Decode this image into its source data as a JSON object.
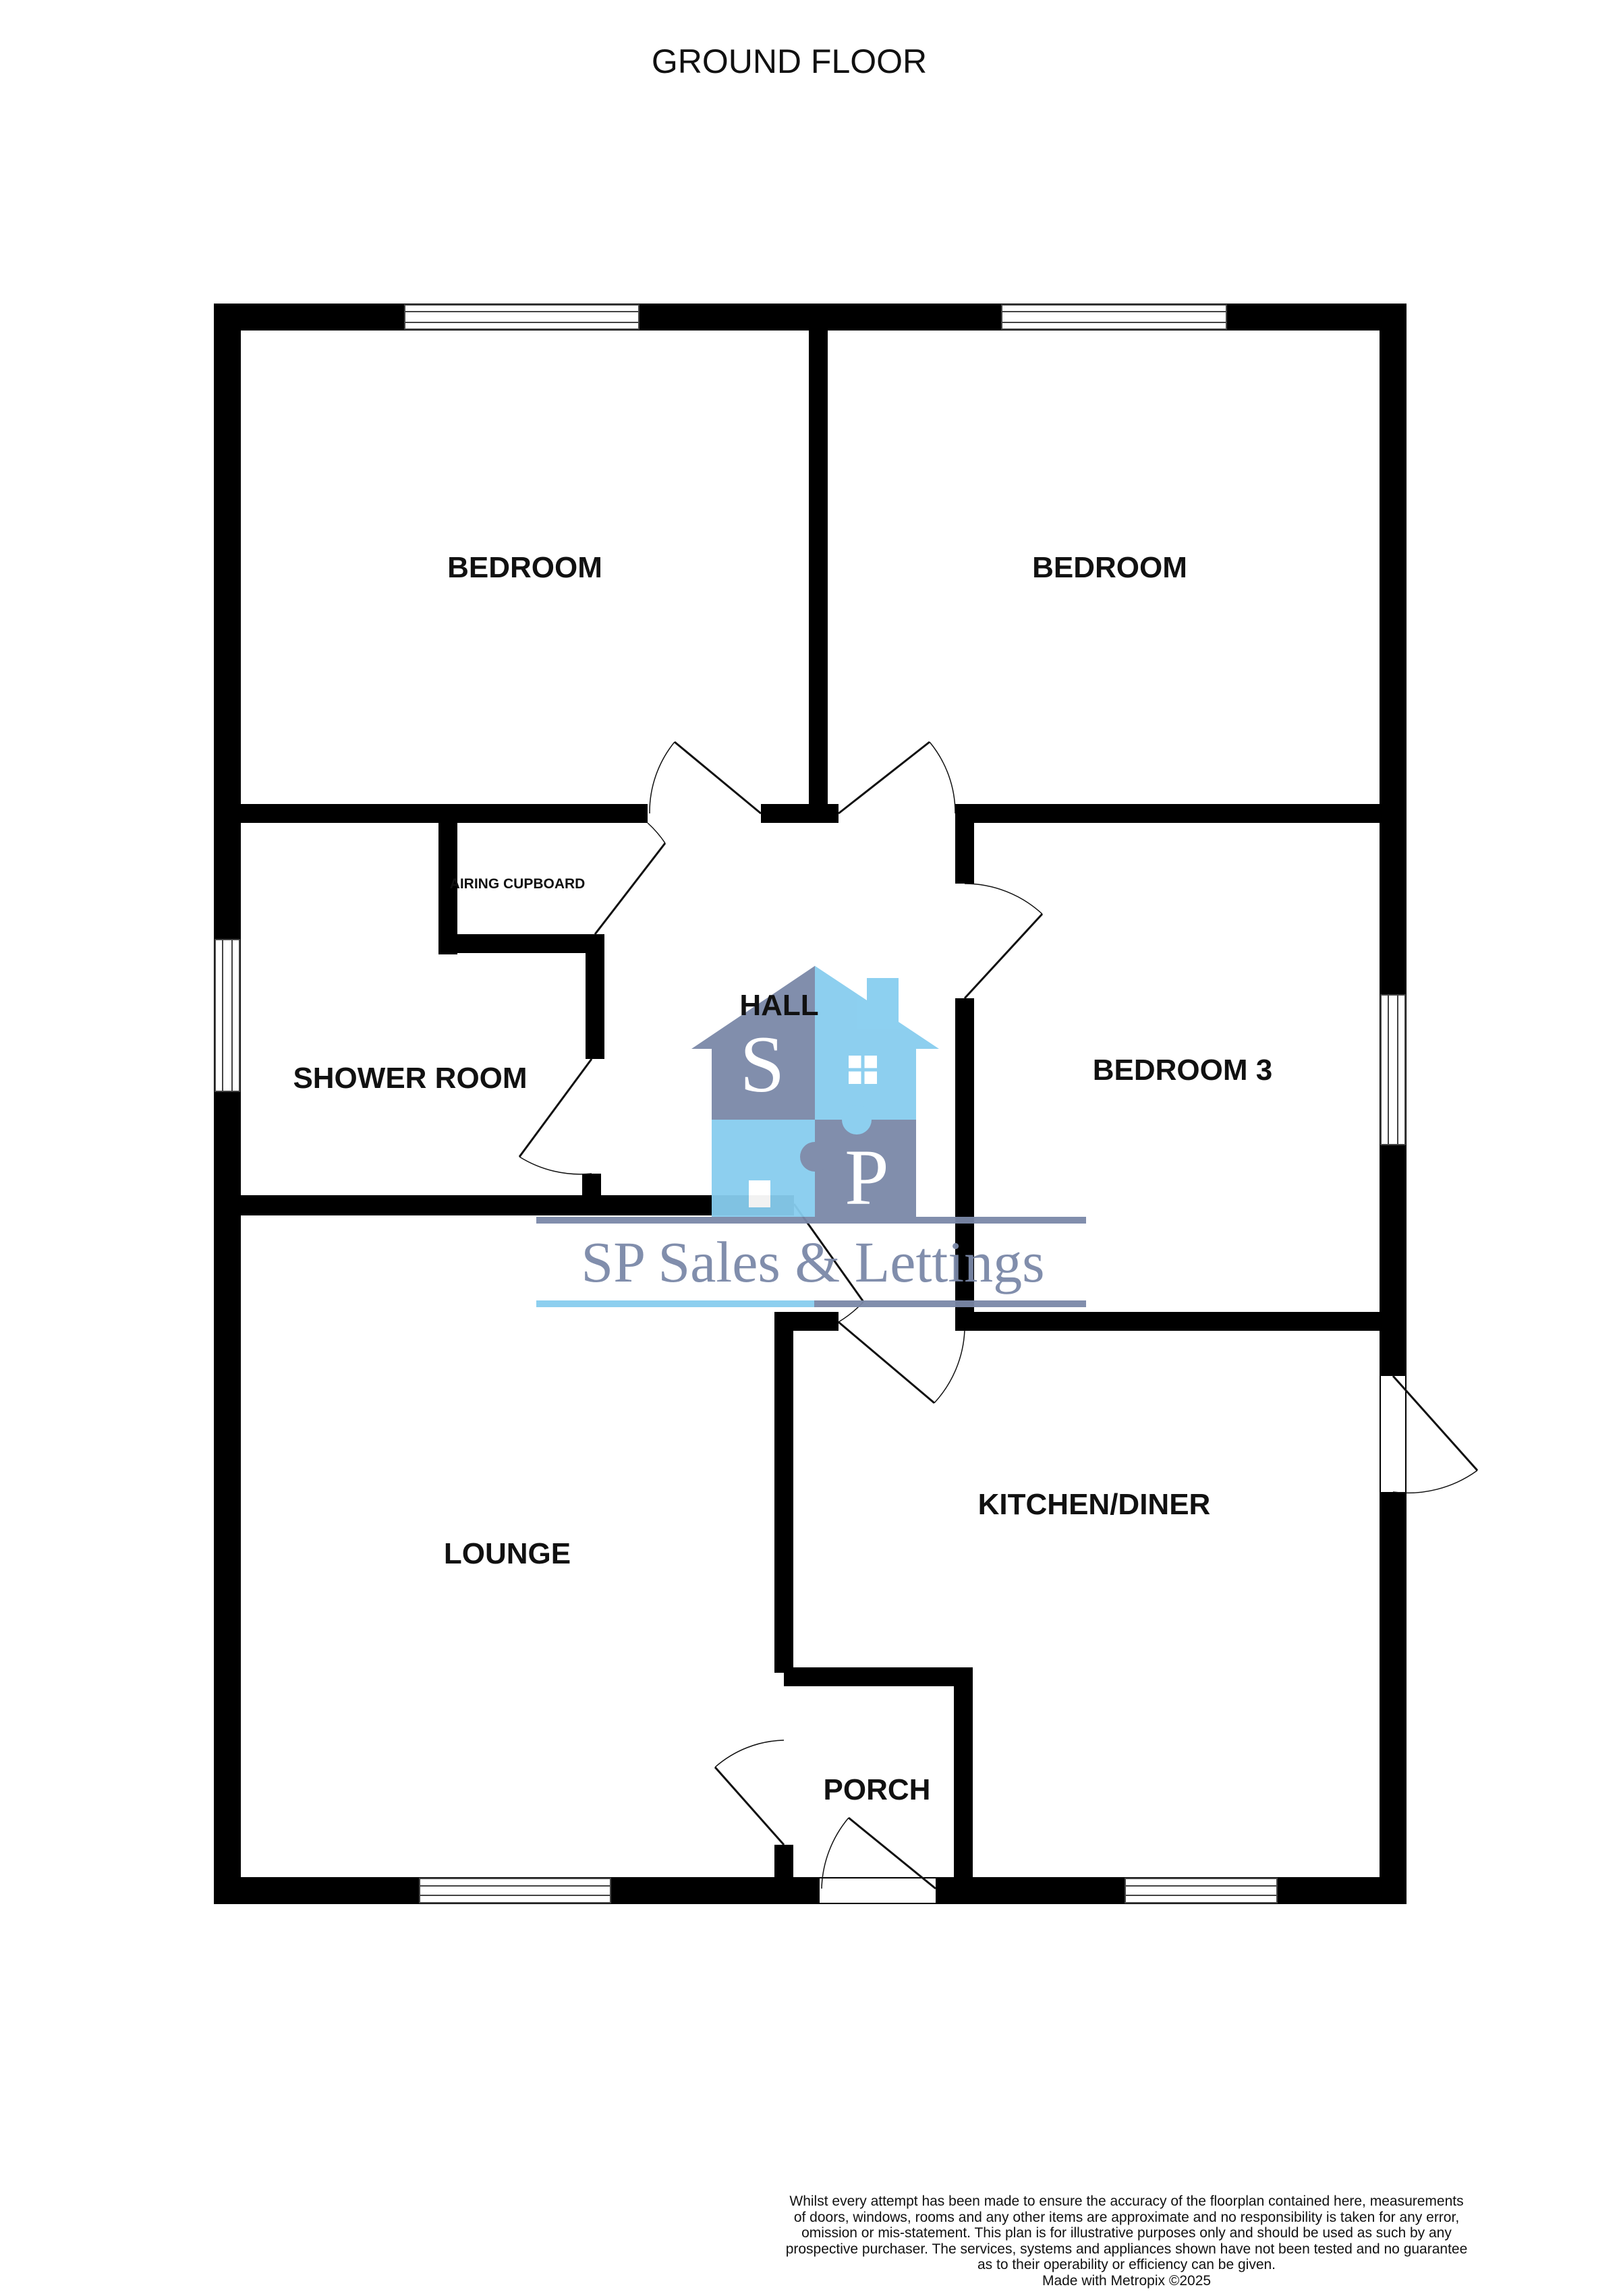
{
  "title": "GROUND FLOOR",
  "rooms": {
    "bedroom_1": "BEDROOM",
    "bedroom_2": "BEDROOM",
    "bedroom_3": "BEDROOM 3",
    "airing_cupboard": "AIRING CUPBOARD",
    "hall": "HALL",
    "shower_room": "SHOWER ROOM",
    "lounge": "LOUNGE",
    "kitchen_diner": "KITCHEN/DINER",
    "porch": "PORCH"
  },
  "watermark": {
    "letter_s": "S",
    "letter_p": "P",
    "company_name": "SP Sales & Lettings",
    "colors": {
      "slate": "#7b88a8",
      "sky": "#87cdef"
    }
  },
  "disclaimer": {
    "lines": [
      "Whilst every attempt has been made to ensure the accuracy of the floorplan contained here, measurements",
      "of doors, windows, rooms and any other items are approximate and no responsibility is taken for any error,",
      "omission or mis-statement. This plan is for illustrative purposes only and should be used as such by any",
      "prospective purchaser. The services, systems and appliances shown have not been tested and no guarantee",
      "as to their operability or efficiency can be given."
    ],
    "credit": "Made with Metropix ©2025"
  },
  "colors": {
    "wall": "#000000",
    "background": "#ffffff"
  }
}
